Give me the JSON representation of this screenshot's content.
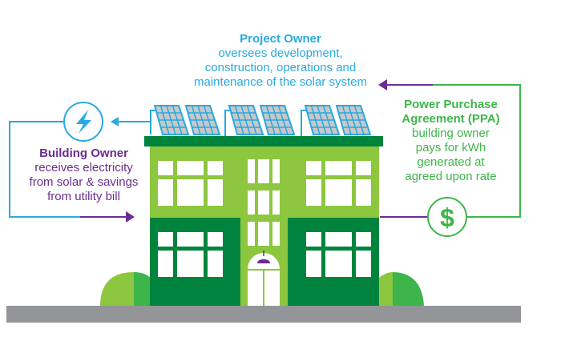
{
  "project_owner": {
    "title": "Project Owner",
    "lines": [
      "oversees development,",
      "construction, operations and",
      "maintenance of the solar system"
    ],
    "color": "#29a9e1"
  },
  "building_owner": {
    "title": "Building Owner",
    "lines": [
      "receives electricity",
      "from solar & savings",
      "from utility bill"
    ],
    "color": "#6b2d8f"
  },
  "ppa": {
    "title_lines": [
      "Power Purchase",
      "Agreement (PPA)"
    ],
    "lines": [
      "building owner",
      "pays for kWh",
      "generated at",
      "agreed upon rate"
    ],
    "color": "#3db54a"
  },
  "icons": {
    "lightning": "lightning-bolt-icon",
    "dollar": "dollar-sign-icon",
    "dollar_glyph": "$"
  },
  "colors": {
    "blue": "#29a9e1",
    "purple": "#6b2d8f",
    "green_ppa": "#3db54a",
    "building_light": "#8dc63f",
    "building_dark": "#00843d",
    "bush_mid": "#3db54a",
    "ground": "#939598",
    "panel_fill": "#c8c8c8"
  }
}
